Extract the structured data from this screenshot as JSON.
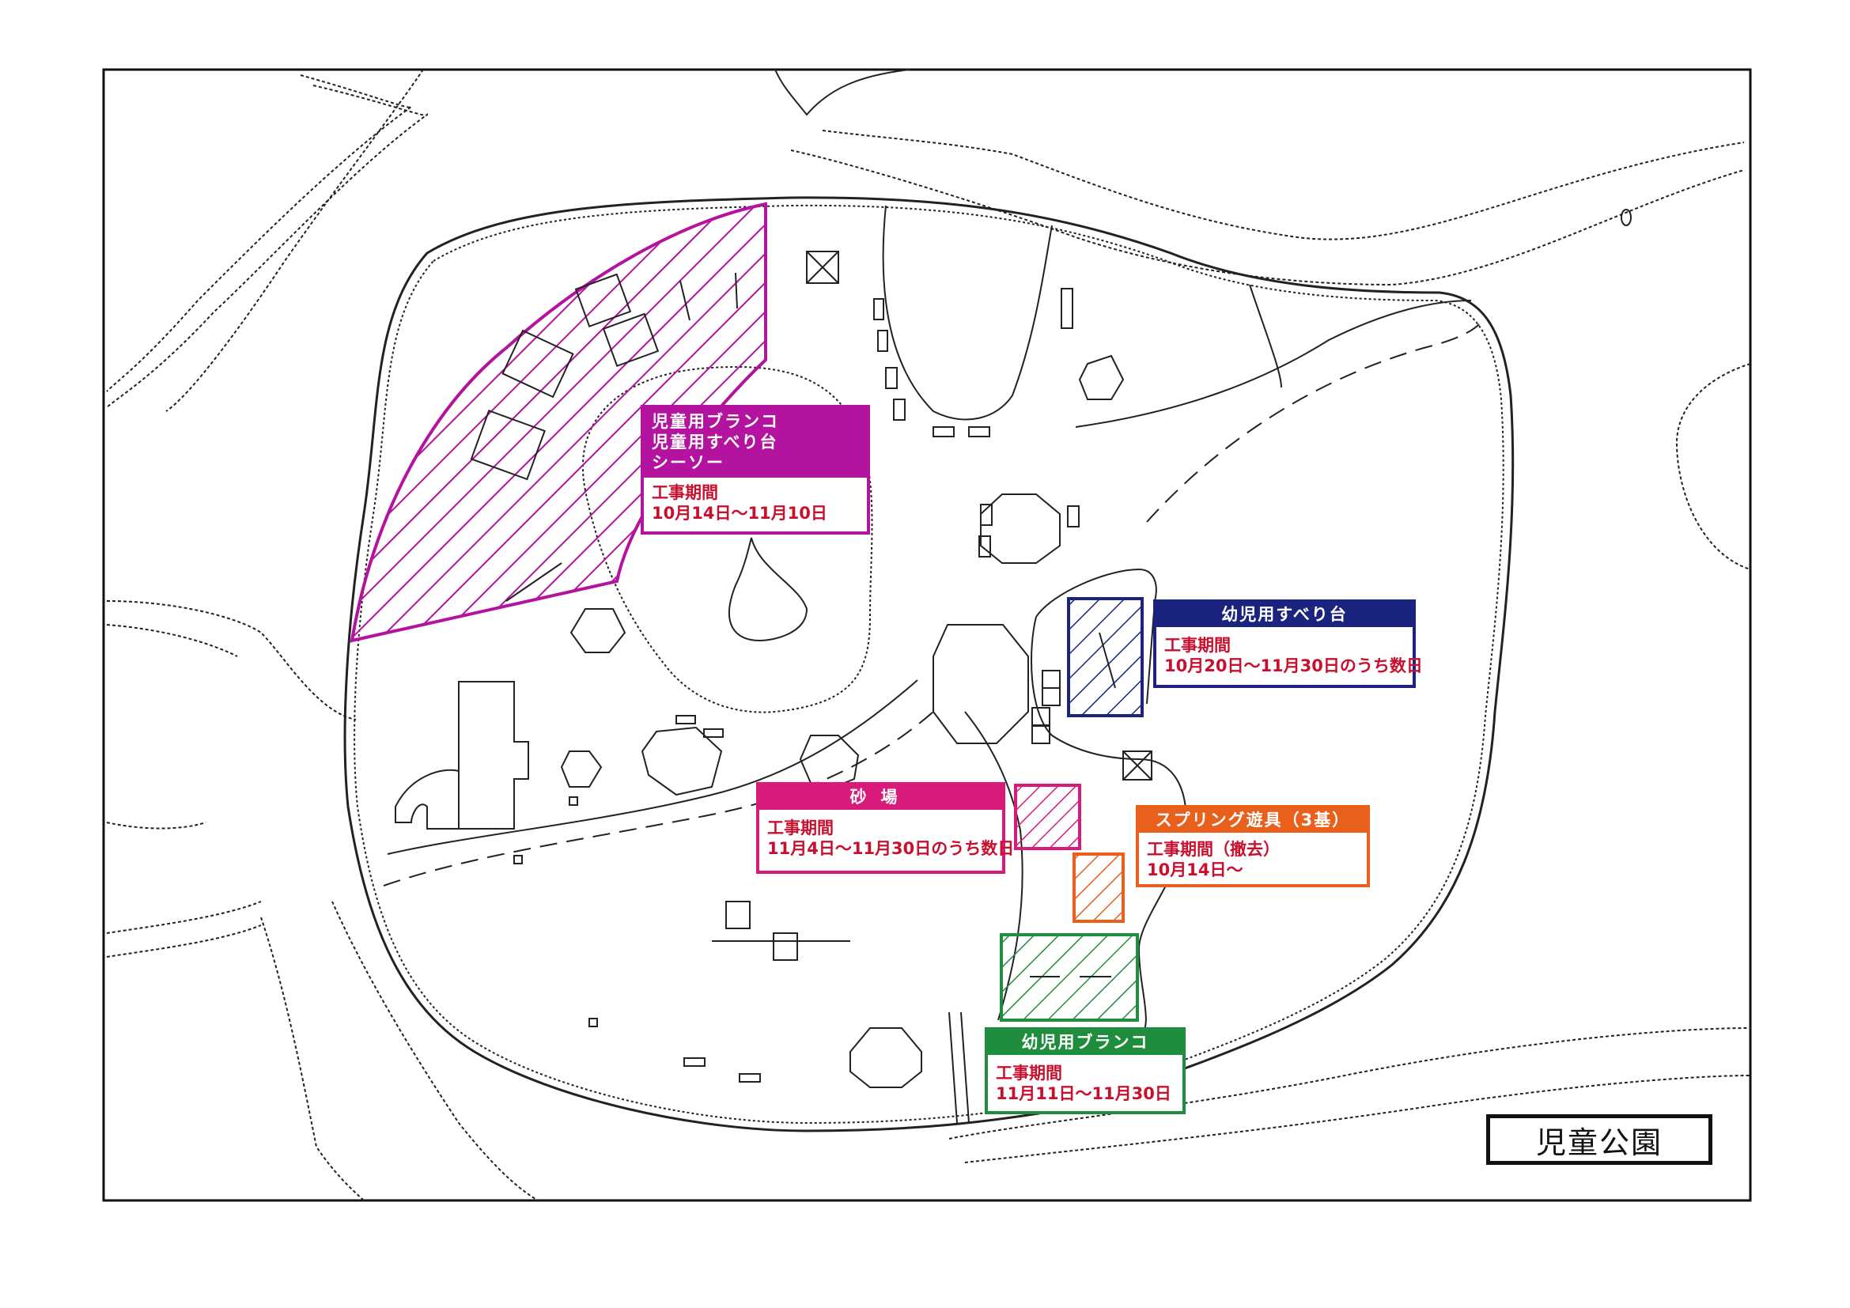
{
  "map": {
    "title": "児童公園",
    "colors": {
      "swing_area": "#b3139e",
      "slide_area": "#1a237e",
      "sand_area": "#d81b7a",
      "spring_area": "#e8601c",
      "baby_swing_area": "#1e8e3e",
      "line": "#111111"
    }
  },
  "areas": {
    "children_equipment": {
      "names": [
        "児童用ブランコ",
        "児童用すべり台",
        "シーソー"
      ],
      "period_label": "工事期間",
      "period": "10月14日～11月10日"
    },
    "toddler_slide": {
      "name": "幼児用すべり台",
      "period_label": "工事期間",
      "period": "10月20日～11月30日のうち数日"
    },
    "sandbox": {
      "name": "砂場",
      "period_label": "工事期間",
      "period": "11月4日～11月30日のうち数日"
    },
    "spring_equipment": {
      "name": "スプリング遊具（3基）",
      "period_label": "工事期間（撤去）",
      "period": "10月14日～"
    },
    "toddler_swing": {
      "name": "幼児用ブランコ",
      "period_label": "工事期間",
      "period": "11月11日～11月30日"
    }
  }
}
